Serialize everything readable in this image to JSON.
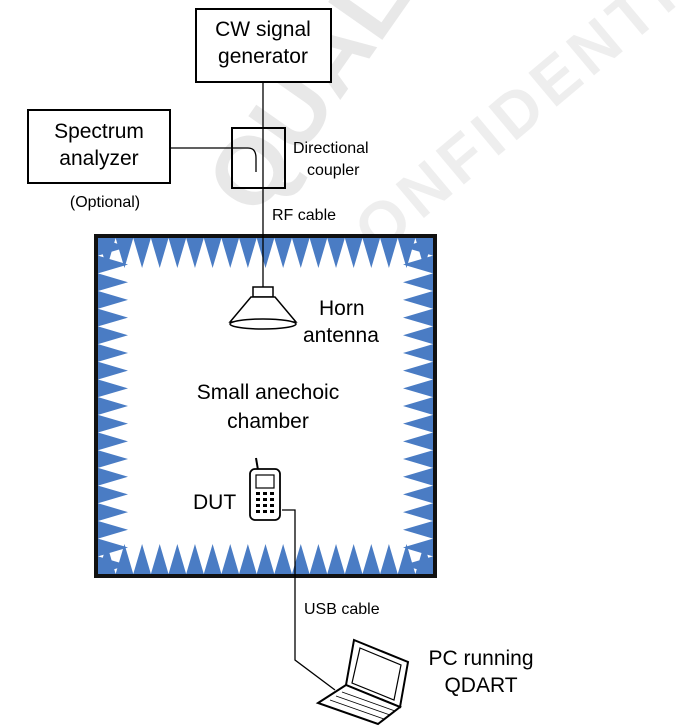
{
  "labels": {
    "cw_generator": [
      "CW signal",
      "generator"
    ],
    "spectrum_analyzer": [
      "Spectrum",
      "analyzer"
    ],
    "optional": "(Optional)",
    "directional_coupler": [
      "Directional",
      "coupler"
    ],
    "rf_cable": "RF cable",
    "horn_antenna": [
      "Horn",
      "antenna"
    ],
    "chamber": [
      "Small anechoic",
      "chamber"
    ],
    "dut": "DUT",
    "usb_cable": "USB cable",
    "pc": [
      "PC running",
      "QDART"
    ]
  },
  "watermark": "QUALCOMM",
  "watermark2": "CONFIDENTIAL",
  "colors": {
    "absorber": "#4a7cc4",
    "chamber_border": "#111111",
    "line": "#000000",
    "watermark": "#d6d6d6"
  },
  "icons": [
    "horn-antenna-icon",
    "phone-icon",
    "laptop-icon"
  ]
}
